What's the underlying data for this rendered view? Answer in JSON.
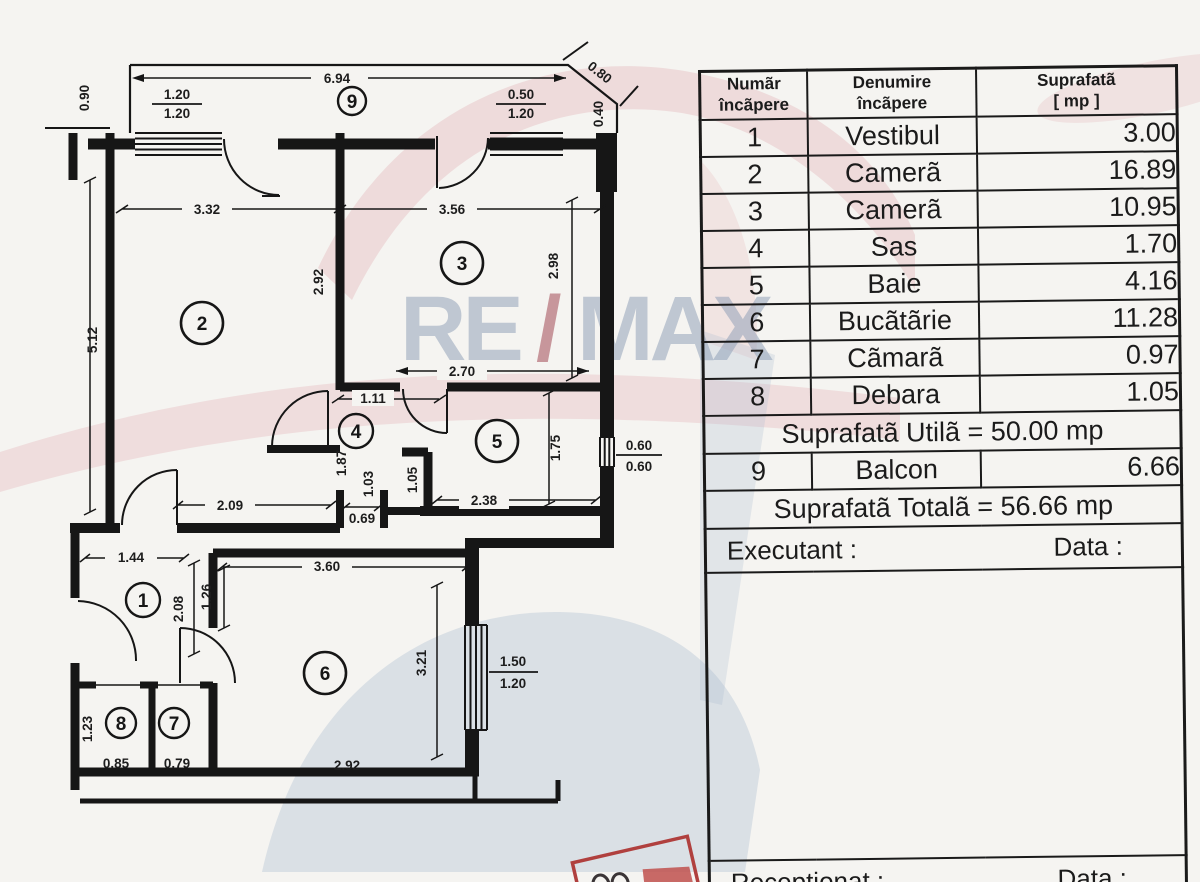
{
  "table": {
    "headers": {
      "col1": {
        "l1": "Numãr",
        "l2": "încãpere"
      },
      "col2": {
        "l1": "Denumire",
        "l2": "încãpere"
      },
      "col3": {
        "l1": "Suprafatã",
        "l2": "[ mp ]"
      }
    },
    "rows": [
      {
        "nr": "1",
        "name": "Vestibul",
        "area": "3.00"
      },
      {
        "nr": "2",
        "name": "Camerã",
        "area": "16.89"
      },
      {
        "nr": "3",
        "name": "Camerã",
        "area": "10.95"
      },
      {
        "nr": "4",
        "name": "Sas",
        "area": "1.70"
      },
      {
        "nr": "5",
        "name": "Baie",
        "area": "4.16"
      },
      {
        "nr": "6",
        "name": "Bucãtãrie",
        "area": "11.28"
      },
      {
        "nr": "7",
        "name": "Cãmarã",
        "area": "0.97"
      },
      {
        "nr": "8",
        "name": "Debara",
        "area": "1.05"
      }
    ],
    "subtotal": "Suprafatã Utilã = 50.00 mp",
    "balcony_row": {
      "nr": "9",
      "name": "Balcon",
      "area": "6.66"
    },
    "total": "Suprafatã Totalã = 56.66 mp",
    "executant_label": "Executant :",
    "executant_data_label": "Data :",
    "receptionat_label": "Receptionat :",
    "receptionat_data_label": "Data :"
  },
  "watermark": {
    "re": "RE",
    "slash": "/",
    "max": "MAX"
  },
  "colors": {
    "wall": "#161616",
    "paper": "#f5f4f1",
    "stamp_red": "#b0403e",
    "watermark_pink": "#dfa3a8",
    "watermark_blue": "#a9bacf",
    "watermark_text": "#8b9cb5",
    "watermark_slash": "#a24a55"
  },
  "plan": {
    "room_labels": {
      "r1": "1",
      "r2": "2",
      "r3": "3",
      "r4": "4",
      "r5": "5",
      "r6": "6",
      "r7": "7",
      "r8": "8",
      "r9": "9"
    },
    "dims": {
      "balcony_len": "6.94",
      "balcony_depth": "0.90",
      "win1_top": "1.20",
      "win1_bot": "1.20",
      "win2_top": "0.50",
      "win2_bot": "1.20",
      "diag": "0.80",
      "right_jut": "0.40",
      "room2_w": "3.32",
      "room3_w": "3.56",
      "room2_h": "5.12",
      "wall23_h": "2.92",
      "room3_h": "2.98",
      "room3_bot": "2.70",
      "sas_w": "1.11",
      "sas_h": "1.87",
      "sas_h2": "1.03",
      "sas_door": "0.69",
      "room2_bot": "2.09",
      "room5_left": "1.05",
      "room5_w": "2.38",
      "room5_h": "1.75",
      "win3_top": "0.60",
      "win3_bot": "0.60",
      "hall_w": "1.44",
      "hall_h": "2.08",
      "kitchen_left": "1.26",
      "kitchen_w": "3.60",
      "kitchen_h": "3.21",
      "kitchen_bot": "2.92",
      "win4_top": "1.50",
      "win4_bot": "1.20",
      "room8_h": "1.23",
      "room8_w": "0.85",
      "room7_w": "0.79"
    }
  }
}
